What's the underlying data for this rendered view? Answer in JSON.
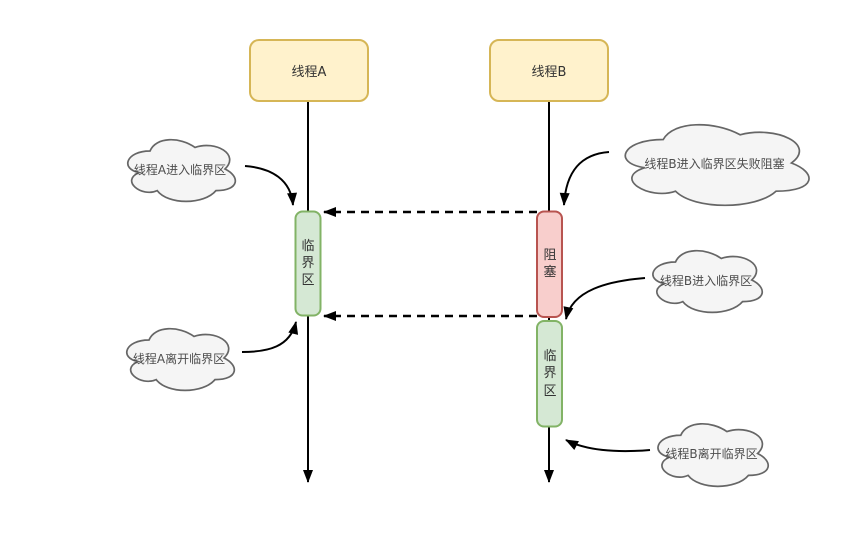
{
  "diagram": {
    "threads": [
      {
        "label": "线程A"
      },
      {
        "label": "线程B"
      }
    ],
    "segments": [
      {
        "label": "临界区"
      },
      {
        "label": "阻塞"
      },
      {
        "label": "临界区"
      }
    ],
    "annotations": [
      {
        "label": "线程A进入临界区"
      },
      {
        "label": "线程A离开临界区"
      },
      {
        "label": "线程B进入临界区失败阻塞"
      },
      {
        "label": "线程B进入临界区"
      },
      {
        "label": "线程B离开临界区"
      }
    ],
    "colors": {
      "thread_fill": "#FFF2CC",
      "thread_border": "#D6B656",
      "critical_fill": "#D5E8D4",
      "critical_border": "#82B366",
      "blocked_fill": "#F8CECC",
      "blocked_border": "#B85450",
      "cloud_fill": "#F5F5F5",
      "cloud_border": "#666666",
      "connector": "#000000",
      "node_text": "#333333",
      "cloud_text": "#4D4D4D"
    }
  }
}
